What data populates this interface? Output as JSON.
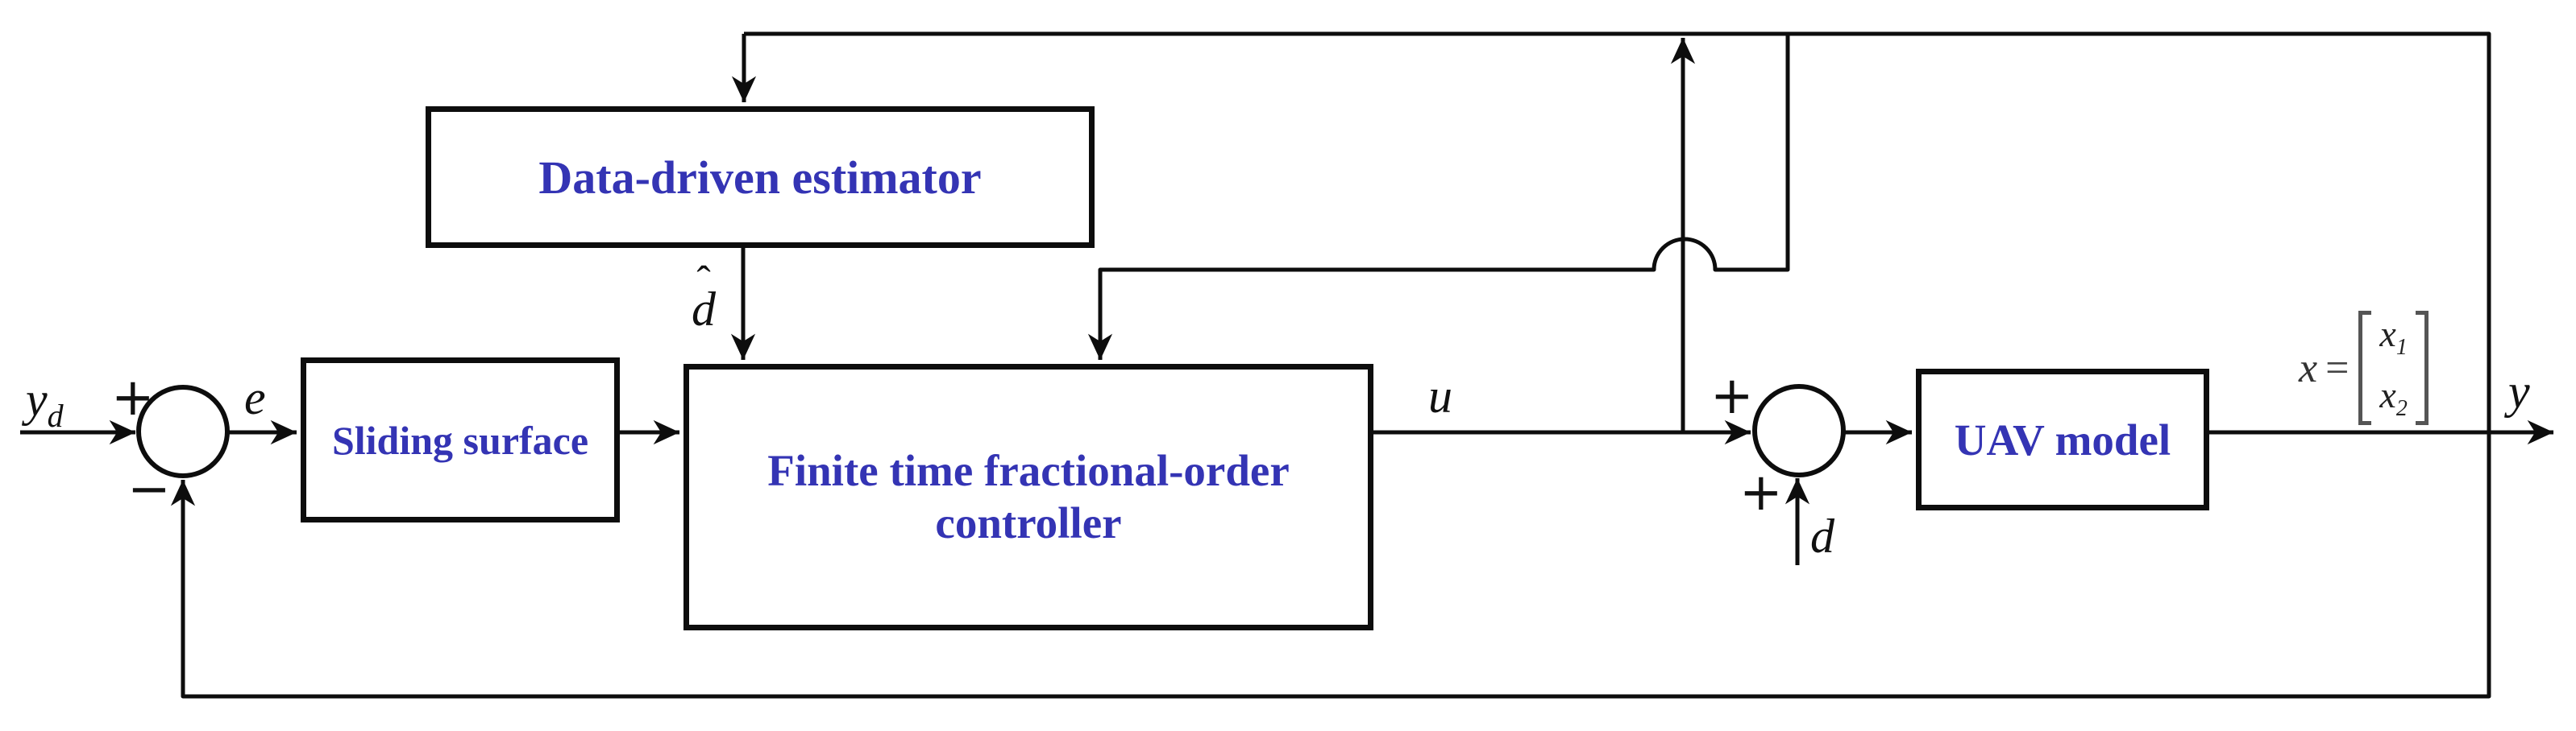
{
  "blocks": {
    "estimator": {
      "label": "Data-driven estimator"
    },
    "sliding": {
      "label": "Sliding surface"
    },
    "controller": {
      "label_line1": "Finite time fractional-order",
      "label_line2": "controller"
    },
    "uav": {
      "label": "UAV model"
    }
  },
  "signals": {
    "reference": {
      "base": "y",
      "sub": "d"
    },
    "error": "e",
    "estimate": {
      "base": "d",
      "hat": "ˆ"
    },
    "control": "u",
    "disturbance": "d",
    "output": "y"
  },
  "summers": {
    "summer1": {
      "top_sign": "+",
      "bottom_sign": "−"
    },
    "summer2": {
      "top_sign": "+",
      "bottom_sign": "+"
    }
  },
  "state_label": {
    "lhs": "x",
    "eq": "=",
    "rows": [
      {
        "base": "x",
        "sub": "1"
      },
      {
        "base": "x",
        "sub": "2"
      }
    ]
  },
  "colors": {
    "block_text": "#3434b4",
    "line": "#0d0d0d",
    "background": "#ffffff"
  }
}
